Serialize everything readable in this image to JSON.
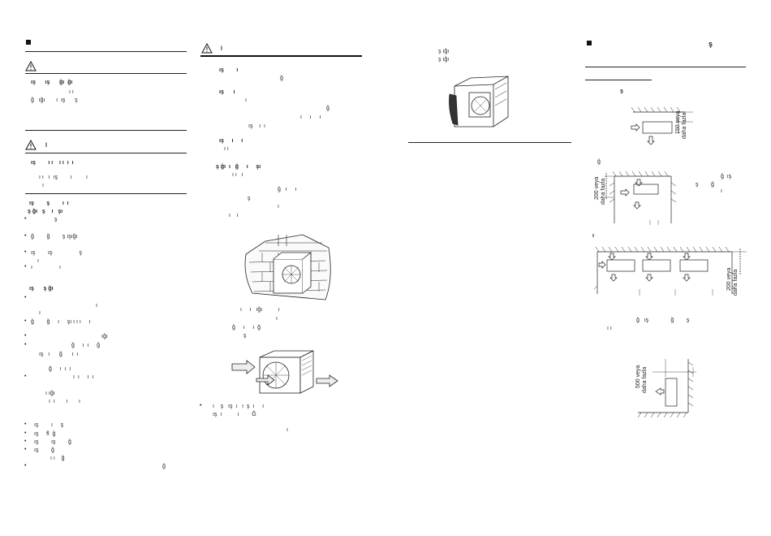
{
  "col1": {
    "header_text": "",
    "warning_items": [
      "ış      ış      ğı  ğı",
      "ı ı",
      "ğ   ığı       ı  ış      ş"
    ],
    "caution_items": [
      "ış        ı ı    ı ı  ı  ı",
      "ı ı   ı  ış        ı         ı",
      "ı"
    ],
    "list_heading": [
      "ış        ş        ı  ı",
      "ş ğı   ş    ı   şı"
    ],
    "bullets_a": [
      "ş",
      "ğ        ğ        ş ışığı",
      "ış        ış                 ş",
      "ı",
      "ı                 ı"
    ],
    "sub_heading": "ış      ş ğı",
    "bullets_b": [
      "ı",
      "ı",
      "ğ        ğ     ı     şı ı ı ı     ı",
      "ığı",
      "ğ     ı  ı     ğ",
      "ış   ı      ğ      ı  ı",
      "ğ     ı  ı  ı",
      "ı  ı     ı  ı",
      "ı ığı",
      "ı  ı       ı       ı",
      "ış        ı     ş",
      "ış     ﬂ  ğ",
      "ış        ış        ğ",
      "ış        ğ",
      "ı ı    ğ",
      "ğ"
    ]
  },
  "col2": {
    "caution_lines": [
      "ış        ı",
      "ğ",
      "ış      ı",
      "ı",
      "ğ",
      "ı     ı     ı",
      "ış    ı  ı",
      "ış     ı     ı",
      "ı ı",
      "ş ğı  ı   ğ     ı     şı",
      "ı ı   ı",
      "ğ   ı     ı",
      "ş",
      "ı",
      "ı    ı"
    ],
    "fig1_caption": [
      "ı     ı   ığı          ı",
      "ı",
      "ğ     ı     ı  ğ",
      "ş"
    ],
    "fig2_caption": [
      "ı    ş   ış  ı   ı  ş  ı     ı",
      "ış  ı          ı        Ğ",
      "ı"
    ]
  },
  "col3": {
    "top_lines": [
      "ş ığı",
      "ş ığı"
    ]
  },
  "col4": {
    "heading_char": "ş",
    "sub_label": "ş",
    "label_150": [
      "150 veya",
      "daha fazla"
    ],
    "label_200a": [
      "200 veya",
      "daha fazla"
    ],
    "label_200b": [
      "200 veya",
      "daha fazla"
    ],
    "label_500": [
      "500 veya",
      "daha fazla"
    ],
    "side_note": [
      "ğ  ış",
      "ş        ğ",
      "ı"
    ],
    "mid_label": "ğ",
    "row3_label": "ı",
    "bottom_note": [
      "ğ   ış              ğ        ş",
      "ı ı"
    ]
  }
}
